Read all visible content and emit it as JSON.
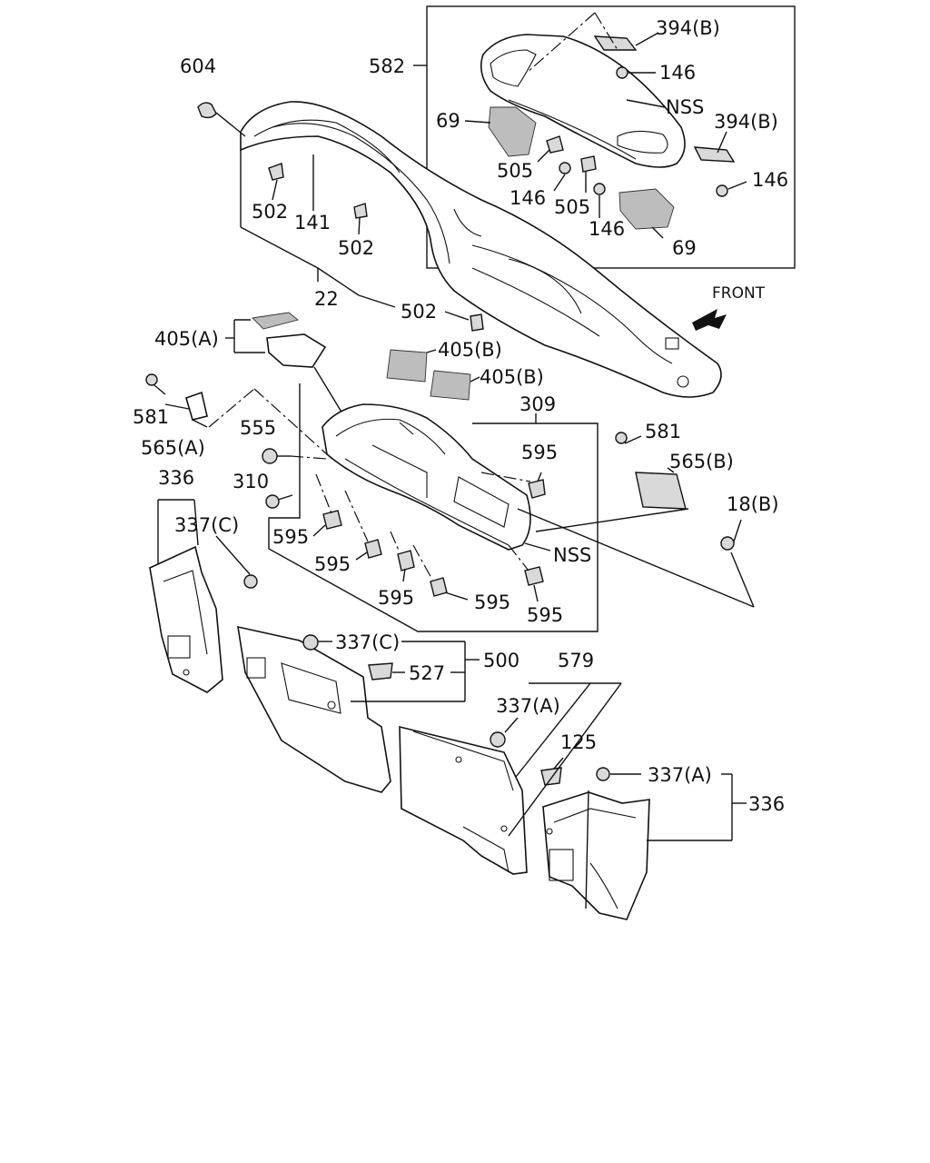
{
  "front_label": "FRONT",
  "labels": {
    "l604": "604",
    "l582": "582",
    "l394b_1": "394(B)",
    "l146_1": "146",
    "lnss_1": "NSS",
    "l394b_2": "394(B)",
    "l69_1": "69",
    "l505_1": "505",
    "l146_2": "146",
    "l146_3": "146",
    "l505_2": "505",
    "l146_4": "146",
    "l69_2": "69",
    "l502_1": "502",
    "l141": "141",
    "l502_2": "502",
    "l22": "22",
    "l502_3": "502",
    "l405a": "405(A)",
    "l405b_1": "405(B)",
    "l405b_2": "405(B)",
    "l309": "309",
    "l581_1": "581",
    "l565a": "565(A)",
    "l555": "555",
    "l310": "310",
    "l336_1": "336",
    "l337c_1": "337(C)",
    "l595_1": "595",
    "l595_2": "595",
    "l595_3": "595",
    "l595_4": "595",
    "l595_5": "595",
    "l595_6": "595",
    "lnss_2": "NSS",
    "l581_2": "581",
    "l565b": "565(B)",
    "l18b": "18(B)",
    "l337c_2": "337(C)",
    "l527": "527",
    "l500": "500",
    "l579": "579",
    "l337a_1": "337(A)",
    "l125": "125",
    "l337a_2": "337(A)",
    "l336_2": "336"
  }
}
